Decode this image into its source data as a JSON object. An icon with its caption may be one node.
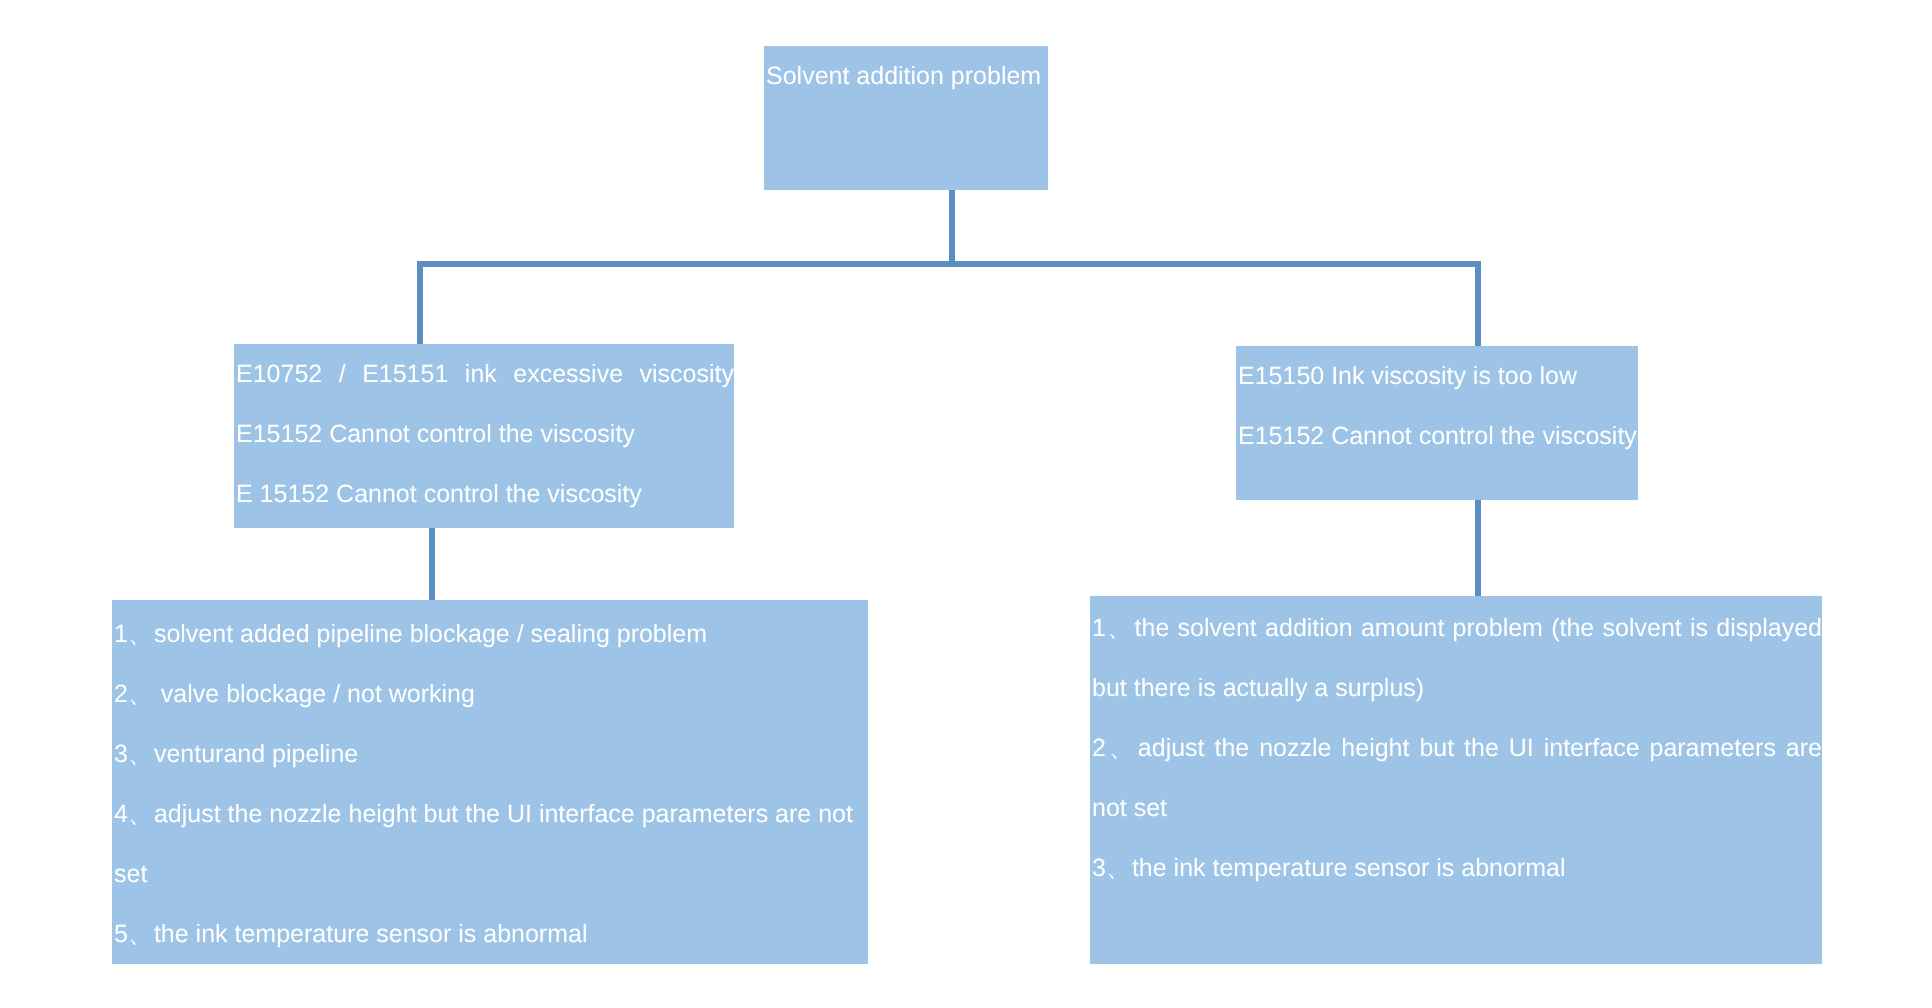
{
  "diagram": {
    "nodes": [
      {
        "text": [
          "Solvent addition problem"
        ]
      },
      {
        "text": [
          "E10752 / E15151 ink excessive viscosity",
          "E15152 Cannot control the viscosity",
          "E 15152 Cannot control the viscosity"
        ]
      },
      {
        "text": [
          "E15150 Ink viscosity is too low",
          "E15152 Cannot control the viscosity"
        ]
      },
      {
        "text": [
          "1、solvent added pipeline blockage / sealing problem",
          "2、 valve blockage / not working",
          "3、venturand pipeline",
          "4、adjust the nozzle height but the UI interface parameters are not set",
          "5、the ink temperature sensor is abnormal"
        ]
      },
      {
        "text": [
          "1、the solvent addition amount problem (the solvent is displayed but there is actually a surplus)",
          "2、adjust the nozzle height but the UI interface parameters are not set",
          "3、the ink temperature sensor is abnormal"
        ]
      }
    ],
    "edges": [
      {
        "from": 0,
        "to": 1,
        "arrow": "none"
      },
      {
        "from": 0,
        "to": 2,
        "arrow": "none"
      },
      {
        "from": 1,
        "to": 3,
        "arrow": "none"
      },
      {
        "from": 2,
        "to": 4,
        "arrow": "none"
      }
    ]
  }
}
